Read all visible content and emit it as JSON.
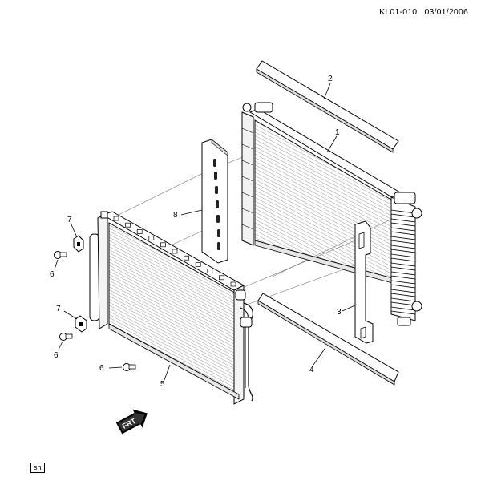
{
  "header": {
    "diagram_id": "KL01-010",
    "date": "03/01/2006"
  },
  "badge": "sh",
  "front_arrow": "FRT",
  "callouts": {
    "c1": "1",
    "c2": "2",
    "c3": "3",
    "c4": "4",
    "c5": "5",
    "c6a": "6",
    "c6b": "6",
    "c6c": "6",
    "c7a": "7",
    "c7b": "7",
    "c8": "8"
  }
}
